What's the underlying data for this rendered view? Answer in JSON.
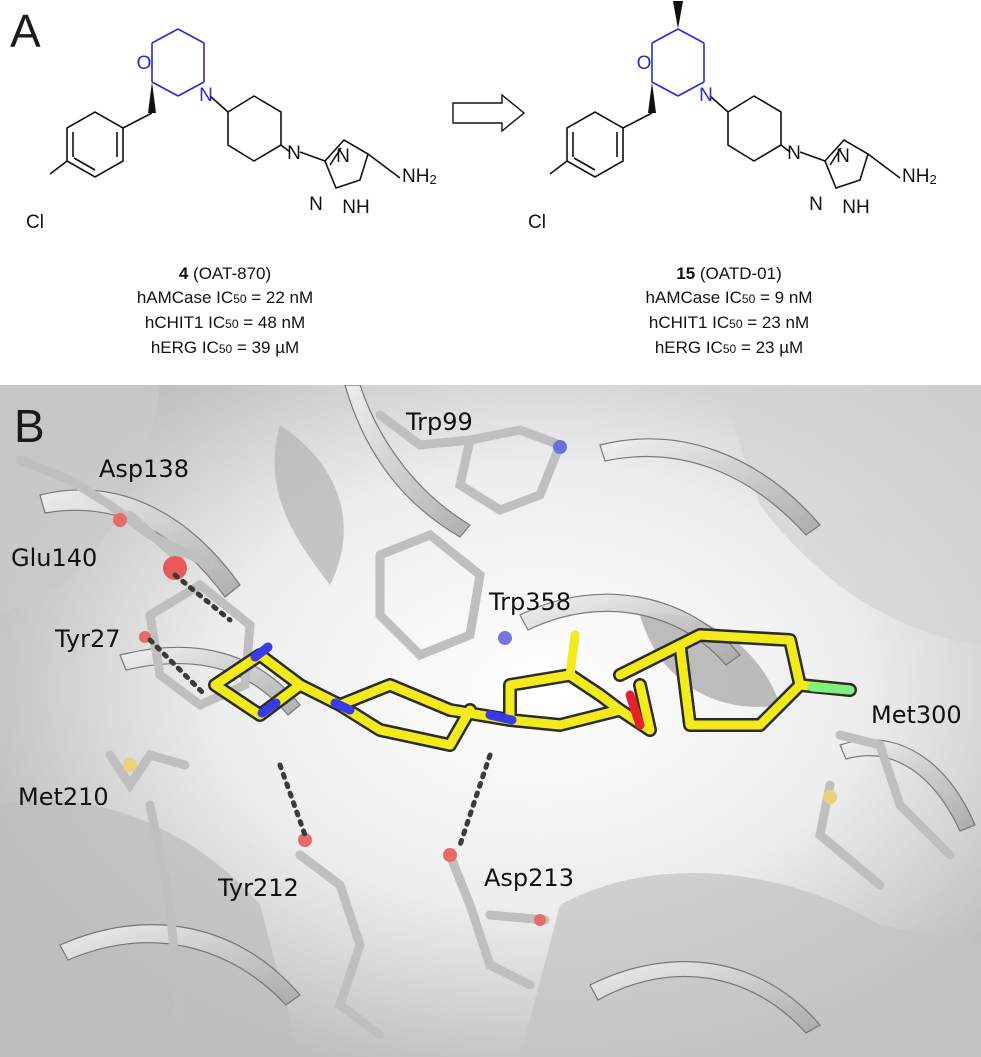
{
  "panels": {
    "a": {
      "letter": "A",
      "compound_left": {
        "number": "4",
        "name": "(OAT-870)",
        "assays": [
          {
            "target": "hAMCase IC",
            "sub": "50",
            "value": " = 22 nM"
          },
          {
            "target": "hCHIT1 IC",
            "sub": "50",
            "value": " = 48 nM"
          },
          {
            "target": "hERG IC",
            "sub": "50",
            "value": " = 39 µM"
          }
        ]
      },
      "compound_right": {
        "number": "15",
        "name": "(OATD-01)",
        "assays": [
          {
            "target": "hAMCase IC",
            "sub": "50",
            "value": " = 9 nM"
          },
          {
            "target": "hCHIT1 IC",
            "sub": "50",
            "value": " = 23 nM"
          },
          {
            "target": "hERG IC",
            "sub": "50",
            "value": " = 23 µM"
          }
        ]
      },
      "atoms": {
        "O": "O",
        "N": "N",
        "Cl": "Cl",
        "NH2": "NH",
        "NH2_sub": "2",
        "NH": "NH"
      }
    },
    "b": {
      "letter": "B",
      "residues": {
        "trp99": "Trp99",
        "asp138": "Asp138",
        "glu140": "Glu140",
        "trp358": "Trp358",
        "tyr27": "Tyr27",
        "met300": "Met300",
        "met210": "Met210",
        "tyr212": "Tyr212",
        "asp213": "Asp213"
      }
    }
  },
  "colors": {
    "morpholine": "#2a2ad0",
    "ligand": "#f2ea1c",
    "nitrogen": "#2020d8",
    "oxygen": "#e8202a",
    "chlorine": "#7ef07e",
    "sulfur": "#e8d27a",
    "protein": "#e6e6e6"
  }
}
